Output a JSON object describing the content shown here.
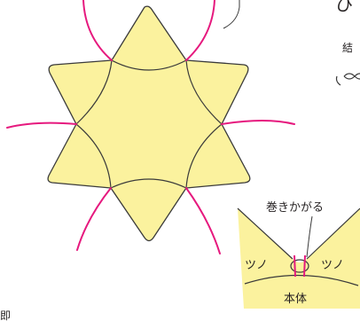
{
  "colors": {
    "fill": "#fbf29e",
    "stroke": "#3a3a3a",
    "thread": "#e6197e",
    "text": "#231f20"
  },
  "corner_text": {
    "top_right": "ひ",
    "mid_right": "結",
    "bottom_left": "即"
  },
  "detail": {
    "label_curl": "巻きかがる",
    "label_horn_left": "ツノ",
    "label_horn_right": "ツノ",
    "label_body": "本体"
  }
}
